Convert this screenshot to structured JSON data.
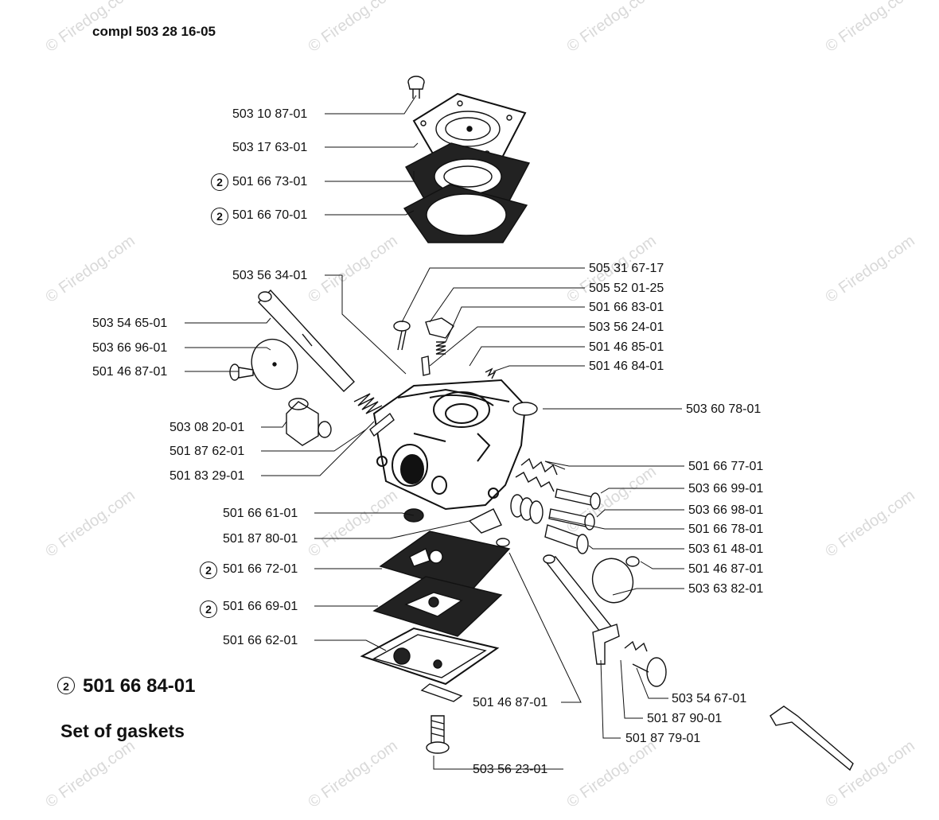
{
  "title": "compl 503 28 16-05",
  "watermark": "© Firedog.com",
  "kit": {
    "marker": "2",
    "code": "501 66 84-01",
    "description": "Set of gaskets"
  },
  "parts": [
    {
      "number": "503 10 87-01"
    },
    {
      "number": "503 17 63-01"
    },
    {
      "number": "501 66 73-01",
      "marker": "2"
    },
    {
      "number": "501 66 70-01",
      "marker": "2"
    },
    {
      "number": "503 56 34-01"
    },
    {
      "number": "503 54 65-01"
    },
    {
      "number": "503 66 96-01"
    },
    {
      "number": "501 46 87-01"
    },
    {
      "number": "503 08 20-01"
    },
    {
      "number": "501 87 62-01"
    },
    {
      "number": "501 83 29-01"
    },
    {
      "number": "501 66 61-01"
    },
    {
      "number": "501 87 80-01"
    },
    {
      "number": "501 66 72-01",
      "marker": "2"
    },
    {
      "number": "501 66 69-01",
      "marker": "2"
    },
    {
      "number": "501 66 62-01"
    },
    {
      "number": "501 46 87-01"
    },
    {
      "number": "503 56 23-01"
    },
    {
      "number": "505 31 67-17"
    },
    {
      "number": "505 52 01-25"
    },
    {
      "number": "501 66 83-01"
    },
    {
      "number": "503 56 24-01"
    },
    {
      "number": "501 46 85-01"
    },
    {
      "number": "501 46 84-01"
    },
    {
      "number": "503 60 78-01"
    },
    {
      "number": "501 66 77-01"
    },
    {
      "number": "503 66 99-01"
    },
    {
      "number": "503 66 98-01"
    },
    {
      "number": "501 66 78-01"
    },
    {
      "number": "503 61 48-01"
    },
    {
      "number": "501 46 87-01"
    },
    {
      "number": "503 63 82-01"
    },
    {
      "number": "503 54 67-01"
    },
    {
      "number": "501 87 90-01"
    },
    {
      "number": "501 87 79-01"
    }
  ]
}
